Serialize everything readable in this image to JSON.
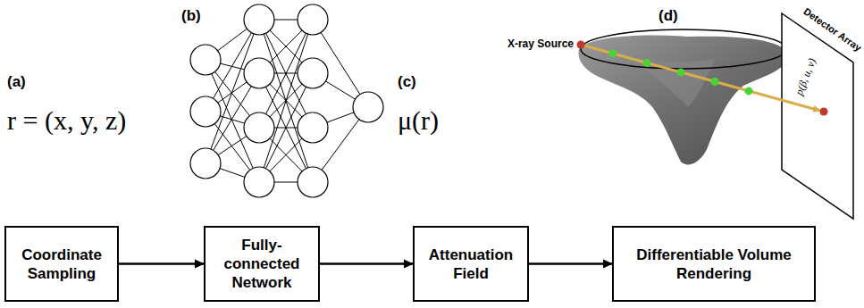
{
  "diagram": {
    "nodes": [
      {
        "text": [
          "Coordinate Sampling"
        ]
      },
      {
        "text": [
          "Fully- connected Network"
        ]
      },
      {
        "text": [
          "Attenuation Field"
        ]
      },
      {
        "text": [
          "Differentiable Volume Rendering"
        ]
      }
    ],
    "edges": [
      {
        "from": 0,
        "to": 1,
        "arrow": "to"
      },
      {
        "from": 1,
        "to": 2,
        "arrow": "to"
      },
      {
        "from": 2,
        "to": 3,
        "arrow": "to"
      }
    ],
    "labels": [
      "(a)",
      "r = (x, y, z)",
      "(b)",
      "(c)",
      "μ(r)",
      "(d)",
      "X-ray Source",
      "Detector Array",
      "p(β, u, v)"
    ]
  }
}
